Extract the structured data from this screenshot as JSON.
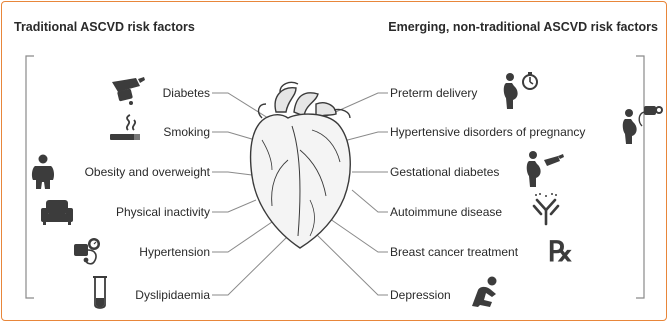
{
  "headers": {
    "traditional": "Traditional ASCVD risk factors",
    "emerging": "Emerging, non-traditional ASCVD risk factors"
  },
  "traditional_factors": [
    {
      "label": "Diabetes",
      "icon": "insulin-pen-icon"
    },
    {
      "label": "Smoking",
      "icon": "cigarette-icon"
    },
    {
      "label": "Obesity and overweight",
      "icon": "person-obese-icon"
    },
    {
      "label": "Physical inactivity",
      "icon": "armchair-icon"
    },
    {
      "label": "Hypertension",
      "icon": "blood-pressure-monitor-icon"
    },
    {
      "label": "Dyslipidaemia",
      "icon": "test-tube-icon"
    }
  ],
  "emerging_factors": [
    {
      "label": "Preterm delivery",
      "icon": "pregnant-woman-stopwatch-icon"
    },
    {
      "label": "Hypertensive disorders of pregnancy",
      "icon": "pregnant-woman-bp-icon"
    },
    {
      "label": "Gestational diabetes",
      "icon": "pregnant-woman-insulin-icon"
    },
    {
      "label": "Autoimmune disease",
      "icon": "antibody-icon"
    },
    {
      "label": "Breast cancer treatment",
      "icon": "rx-icon"
    },
    {
      "label": "Depression",
      "icon": "person-depressed-icon"
    }
  ],
  "center_image": "anatomical-heart-icon",
  "colors": {
    "border": "#e8863a",
    "icon": "#3c3c3c",
    "line": "#8a8a8a"
  }
}
